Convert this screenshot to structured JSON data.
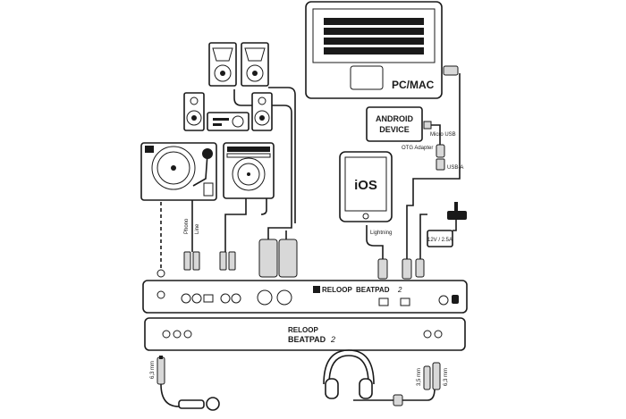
{
  "labels": {
    "pc_mac": "PC/MAC",
    "android_line1": "ANDROID",
    "android_line2": "DEVICE",
    "ios": "iOS",
    "micro_usb": "Micro USB",
    "otg_adapter": "OTG Adapter",
    "usb_a": "USB-A",
    "lightning": "Lightning",
    "power_supply": "12V / 2.5A",
    "phono": "Phono",
    "line": "Line",
    "brand_logo": "RELOOP",
    "model_name": "BEATPAD",
    "model_number": "2",
    "jack_6_3": "6,3 mm",
    "jack_3_5": "3,5 mm"
  }
}
